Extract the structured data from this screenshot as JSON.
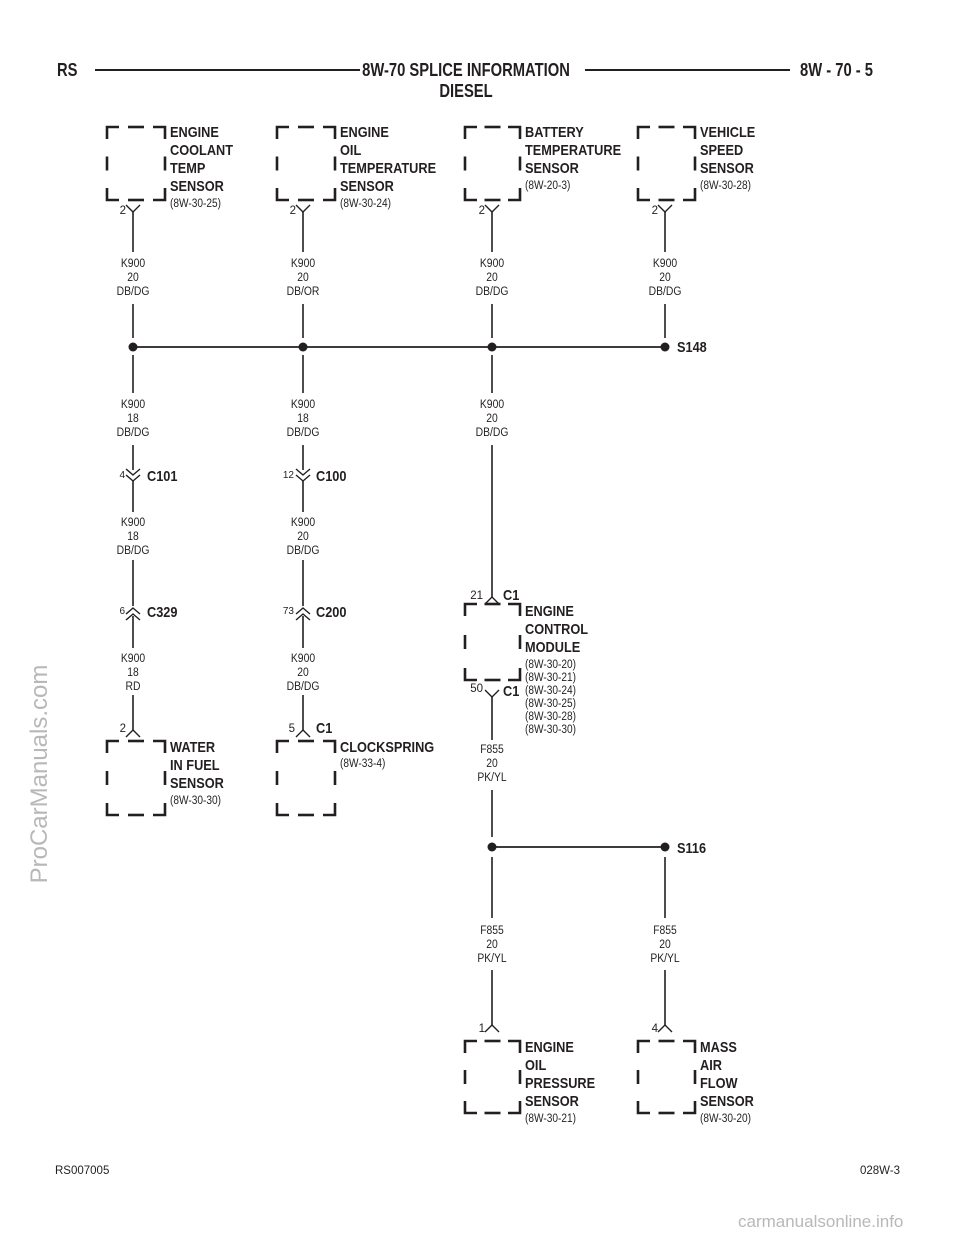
{
  "header": {
    "left": "RS",
    "title_line1": "8W-70 SPLICE INFORMATION",
    "title_line2": "DIESEL",
    "right": "8W - 70 - 5"
  },
  "components": {
    "ect": {
      "name": [
        "ENGINE",
        "COOLANT",
        "TEMP",
        "SENSOR"
      ],
      "ref": "(8W-30-25)",
      "pin": "2"
    },
    "oil_temp": {
      "name": [
        "ENGINE",
        "OIL",
        "TEMPERATURE",
        "SENSOR"
      ],
      "ref": "(8W-30-24)",
      "pin": "2"
    },
    "batt_temp": {
      "name": [
        "BATTERY",
        "TEMPERATURE",
        "SENSOR"
      ],
      "ref": "(8W-20-3)",
      "pin": "2"
    },
    "vss": {
      "name": [
        "VEHICLE",
        "SPEED",
        "SENSOR"
      ],
      "ref": "(8W-30-28)",
      "pin": "2"
    },
    "wif": {
      "name": [
        "WATER",
        "IN FUEL",
        "SENSOR"
      ],
      "ref": "(8W-30-30)",
      "pin": "2"
    },
    "clockspring": {
      "name": [
        "CLOCKSPRING"
      ],
      "ref": "(8W-33-4)",
      "pin": "5",
      "connector": "C1"
    },
    "ecm": {
      "name": [
        "ENGINE",
        "CONTROL",
        "MODULE"
      ],
      "refs": [
        "(8W-30-20)",
        "(8W-30-21)",
        "(8W-30-24)",
        "(8W-30-25)",
        "(8W-30-28)",
        "(8W-30-30)"
      ],
      "pin_top": "21",
      "conn_top": "C1",
      "pin_bottom": "50",
      "conn_bottom": "C1"
    },
    "oil_press": {
      "name": [
        "ENGINE",
        "OIL",
        "PRESSURE",
        "SENSOR"
      ],
      "ref": "(8W-30-21)",
      "pin": "1"
    },
    "maf": {
      "name": [
        "MASS",
        "AIR",
        "FLOW",
        "SENSOR"
      ],
      "ref": "(8W-30-20)",
      "pin": "4"
    }
  },
  "wires": {
    "w1": [
      "K900",
      "20",
      "DB/DG"
    ],
    "w2": [
      "K900",
      "20",
      "DB/OR"
    ],
    "w3": [
      "K900",
      "20",
      "DB/DG"
    ],
    "w4": [
      "K900",
      "20",
      "DB/DG"
    ],
    "w5": [
      "K900",
      "18",
      "DB/DG"
    ],
    "w6": [
      "K900",
      "18",
      "DB/DG"
    ],
    "w7": [
      "K900",
      "20",
      "DB/DG"
    ],
    "w8": [
      "K900",
      "18",
      "DB/DG"
    ],
    "w9": [
      "K900",
      "20",
      "DB/DG"
    ],
    "w10": [
      "K900",
      "18",
      "RD"
    ],
    "w11": [
      "K900",
      "20",
      "DB/DG"
    ],
    "w12": [
      "F855",
      "20",
      "PK/YL"
    ],
    "w13": [
      "F855",
      "20",
      "PK/YL"
    ],
    "w14": [
      "F855",
      "20",
      "PK/YL"
    ]
  },
  "splices": {
    "s148": "S148",
    "s116": "S116"
  },
  "connectors": {
    "c101": {
      "name": "C101",
      "pin": "4"
    },
    "c100": {
      "name": "C100",
      "pin": "12"
    },
    "c329": {
      "name": "C329",
      "pin": "6"
    },
    "c200": {
      "name": "C200",
      "pin": "73"
    }
  },
  "footer": {
    "left": "RS007005",
    "right": "028W-3"
  },
  "watermarks": {
    "side": "ProCarManuals.com",
    "bottom": "carmanualsonline.info"
  }
}
